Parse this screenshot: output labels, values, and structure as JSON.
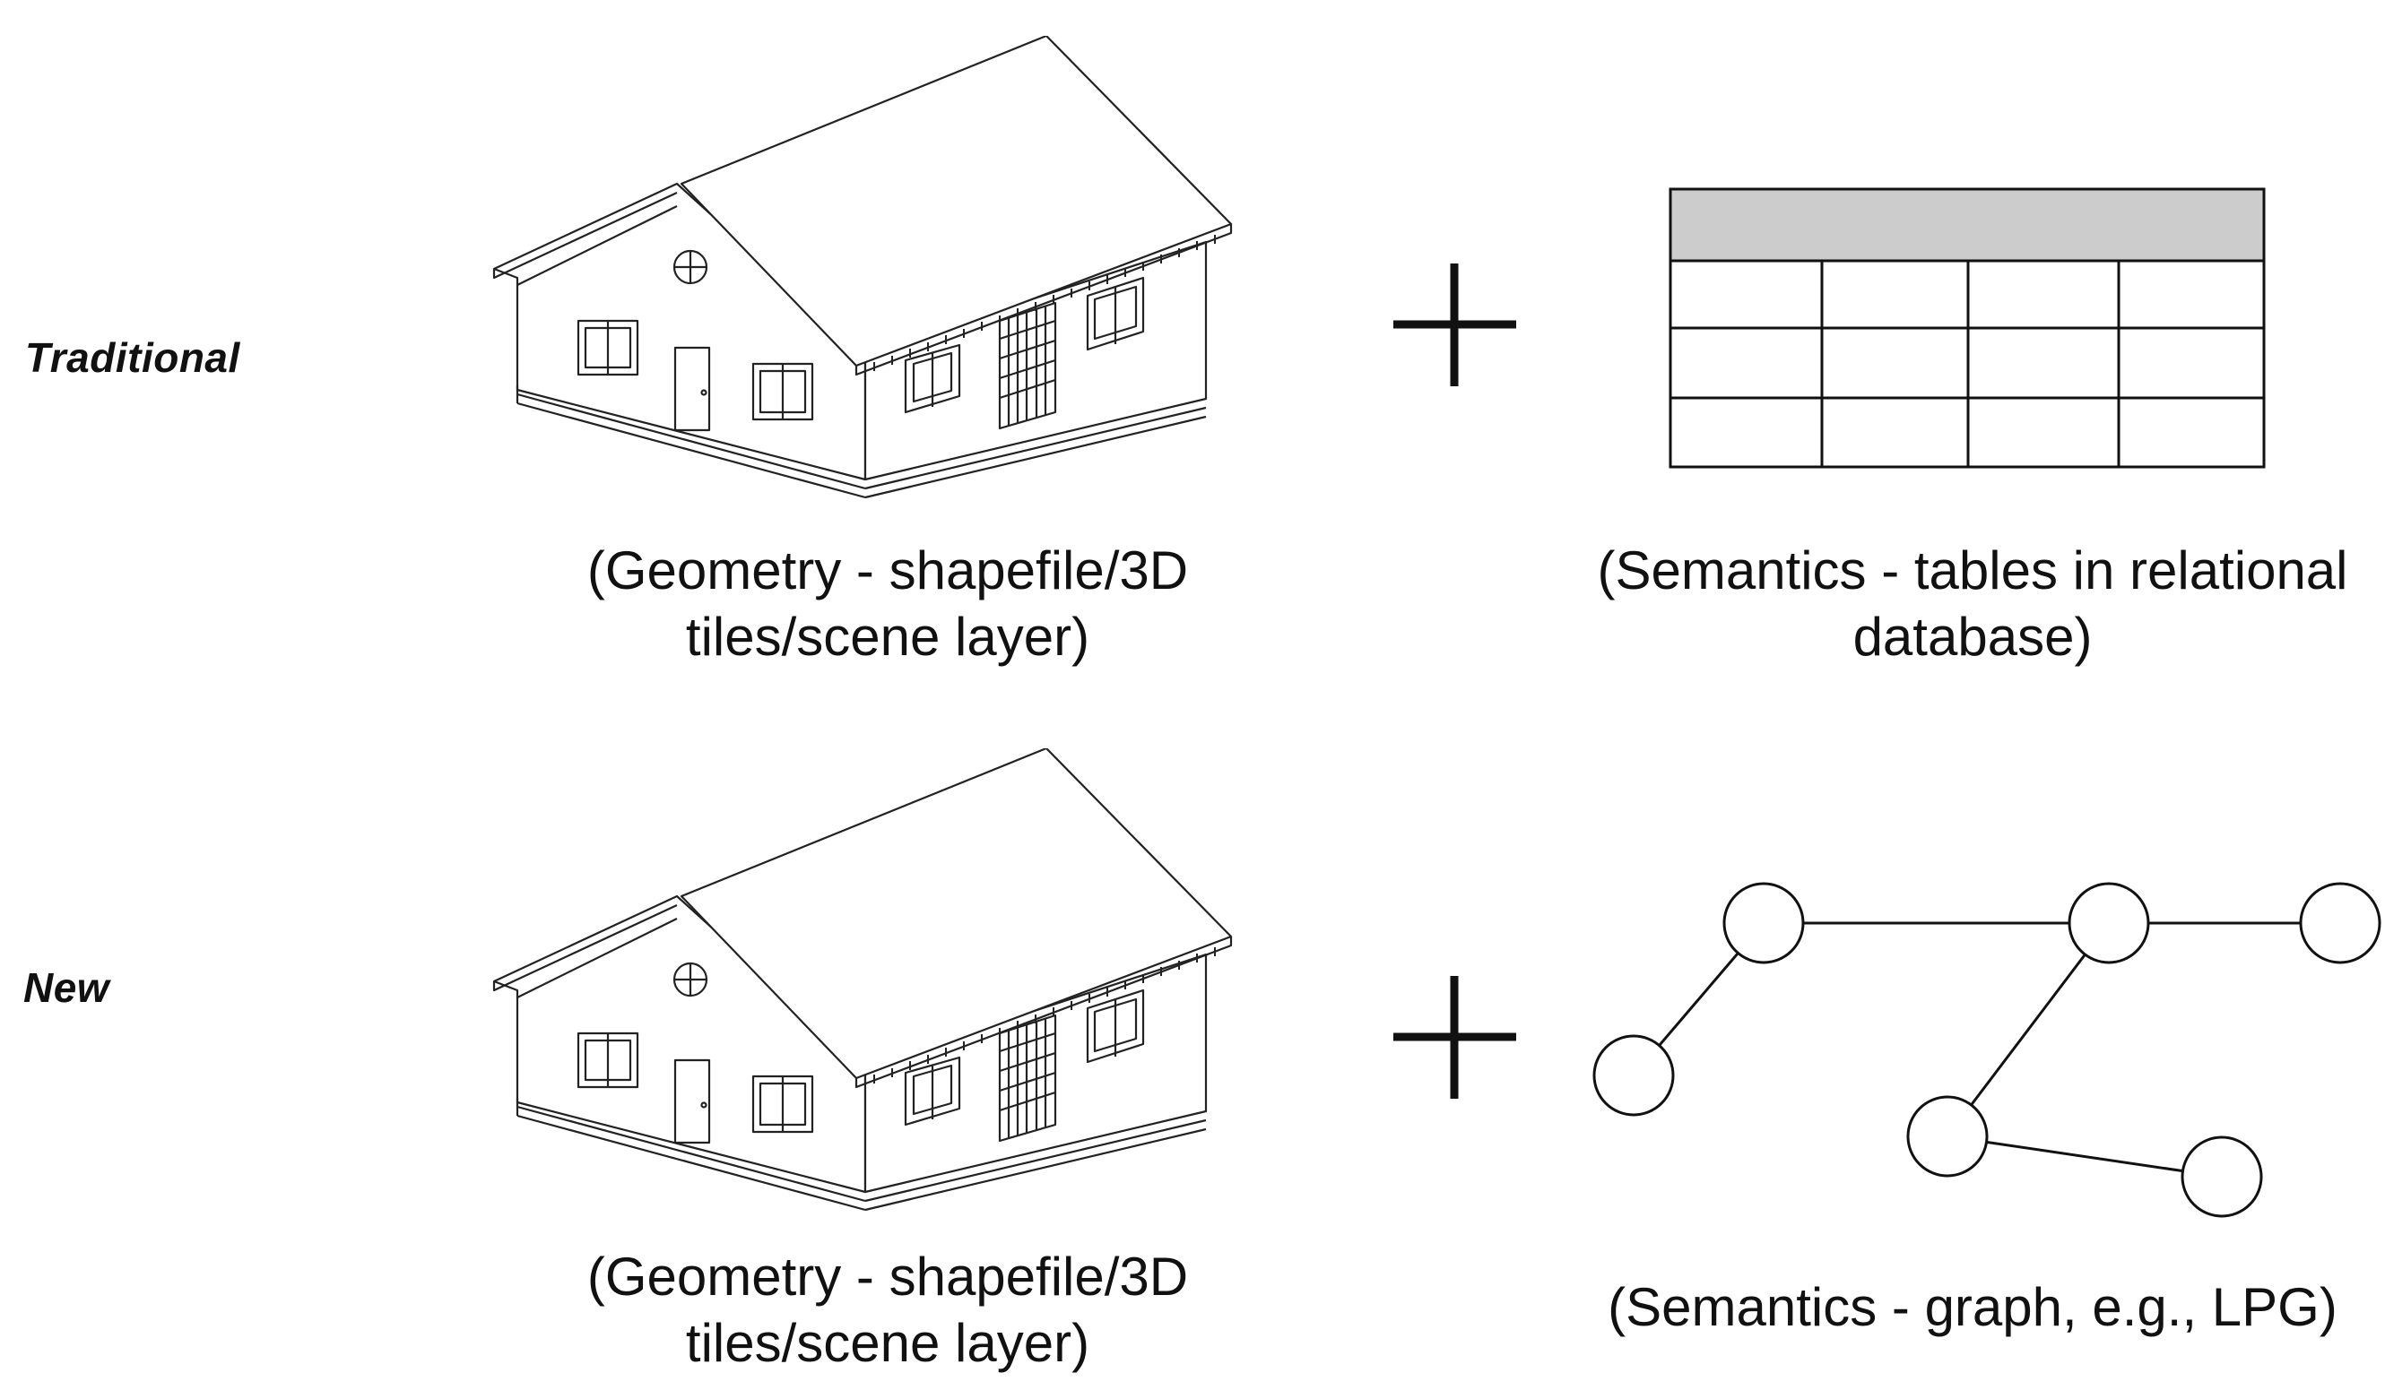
{
  "rows": [
    {
      "label": "Traditional",
      "geometry_caption_lines": [
        "(Geometry - shapefile/3D",
        "tiles/scene layer)"
      ],
      "semantics_caption_lines": [
        "(Semantics - tables in relational",
        "database)"
      ],
      "semantics_icon": "table-icon"
    },
    {
      "label": "New",
      "geometry_caption_lines": [
        "(Geometry - shapefile/3D",
        "tiles/scene layer)"
      ],
      "semantics_caption_lines": [
        "(Semantics - graph, e.g., LPG)"
      ],
      "semantics_icon": "graph-icon"
    }
  ],
  "icons": {
    "geometry": "house-icon",
    "combine": "plus-icon"
  },
  "colors": {
    "table_header": "#cccccc",
    "line": "#111111",
    "background": "#ffffff"
  }
}
